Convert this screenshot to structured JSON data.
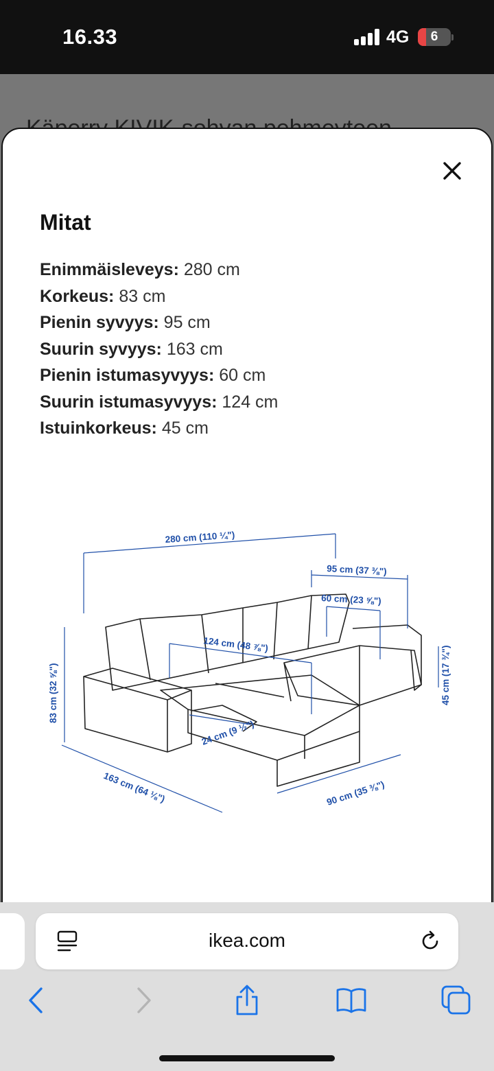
{
  "status_bar": {
    "time": "16.33",
    "network": "4G",
    "battery": "6"
  },
  "background": {
    "heading": "Käperry KIVIK-sohvan pehmeyteen"
  },
  "modal": {
    "title": "Mitat",
    "close_icon": "close-icon",
    "dimensions": [
      {
        "label": "Enimmäisleveys:",
        "value": "280 cm"
      },
      {
        "label": "Korkeus:",
        "value": "83 cm"
      },
      {
        "label": "Pienin syvyys:",
        "value": "95 cm"
      },
      {
        "label": "Suurin syvyys:",
        "value": "163 cm"
      },
      {
        "label": "Pienin istumasyvyys:",
        "value": "60 cm"
      },
      {
        "label": "Suurin istumasyvyys:",
        "value": "124 cm"
      },
      {
        "label": "Istuinkorkeus:",
        "value": "45 cm"
      }
    ],
    "diagram_labels": {
      "width": "280 cm (110 ¼\")",
      "min_depth": "95 cm (37 ⅜\")",
      "min_seat_depth": "60 cm (23 ⅝\")",
      "max_seat_depth": "124 cm (48 ⅞\")",
      "height": "83 cm (32 ⅝\")",
      "seat_height": "45 cm (17 ¾\")",
      "armrest_width": "24 cm (9 ½\")",
      "max_depth": "163 cm (64 ⅛\")",
      "chaise_width": "90 cm (35 ⅜\")"
    },
    "diagram_color": "#1f4fa8"
  },
  "browser": {
    "url": "ikea.com",
    "reader_icon": "reader-mode-icon",
    "reload_icon": "reload-icon",
    "toolbar": [
      "back-icon",
      "forward-icon",
      "share-icon",
      "bookmarks-icon",
      "tabs-icon"
    ],
    "accent": "#1a73e8"
  }
}
